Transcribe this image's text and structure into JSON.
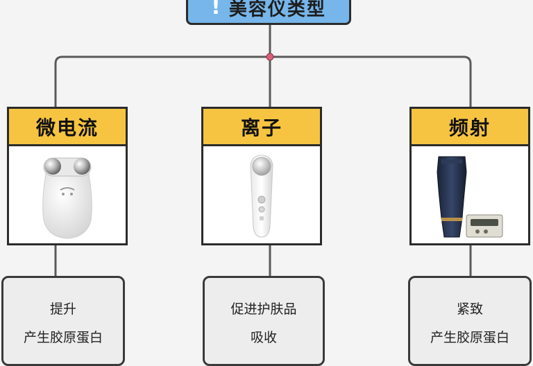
{
  "root": {
    "icon": "exclamation-icon",
    "title": "美容仪类型"
  },
  "branches": [
    {
      "title": "微电流",
      "device": "microcurrent-device-icon",
      "lines": [
        "提升",
        "产生胶原蛋白"
      ]
    },
    {
      "title": "离子",
      "device": "ion-device-icon",
      "lines": [
        "促进护肤品",
        "吸收"
      ]
    },
    {
      "title": "频射",
      "device": "radiofrequency-device-icon",
      "lines": [
        "紧致",
        "产生胶原蛋白"
      ]
    }
  ],
  "colors": {
    "root": "#76b6ea",
    "header": "#f6c440",
    "junction": "#d9607a"
  }
}
